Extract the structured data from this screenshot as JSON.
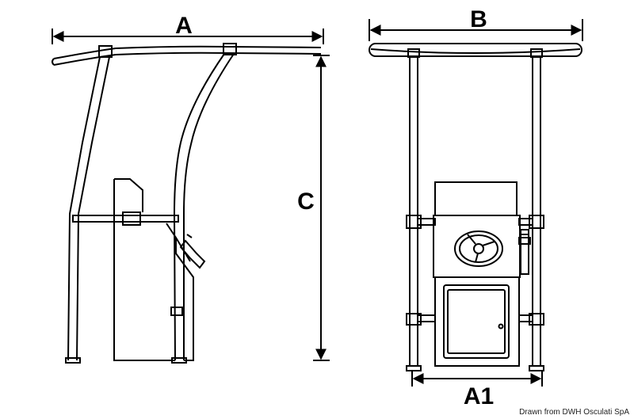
{
  "dimensions": {
    "a": "A",
    "b": "B",
    "c": "C",
    "a1": "A1"
  },
  "credit": "Drawn from DWH Osculati SpA"
}
